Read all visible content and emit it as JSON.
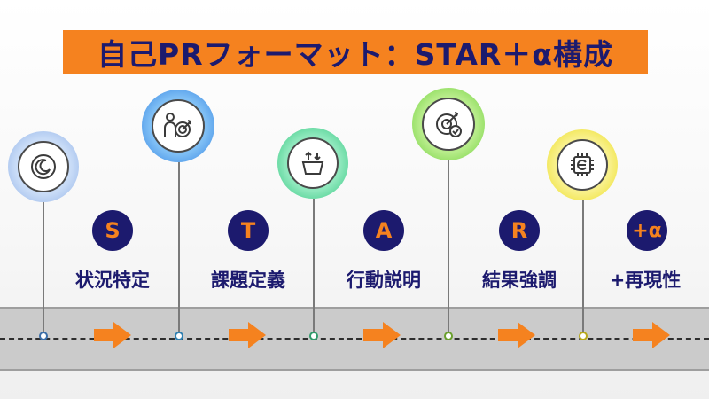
{
  "title": "自己PRフォーマット：STAR＋α構成",
  "steps": [
    {
      "letter": "S",
      "label": "状況特定",
      "icon": "moon-clock-icon",
      "ring": "#9ab8ea"
    },
    {
      "letter": "T",
      "label": "課題定義",
      "icon": "target-person-icon",
      "ring": "#3c8ee8"
    },
    {
      "letter": "A",
      "label": "行動説明",
      "icon": "basket-arrows-icon",
      "ring": "#3fcf8f"
    },
    {
      "letter": "R",
      "label": "結果強調",
      "icon": "target-check-icon",
      "ring": "#7fd24a"
    },
    {
      "letter": "+α",
      "label": "+再現性",
      "icon": "chip-e-icon",
      "ring": "#f1e52a"
    }
  ],
  "colors": {
    "accent": "#f5821f",
    "navy": "#1c1a6e"
  }
}
